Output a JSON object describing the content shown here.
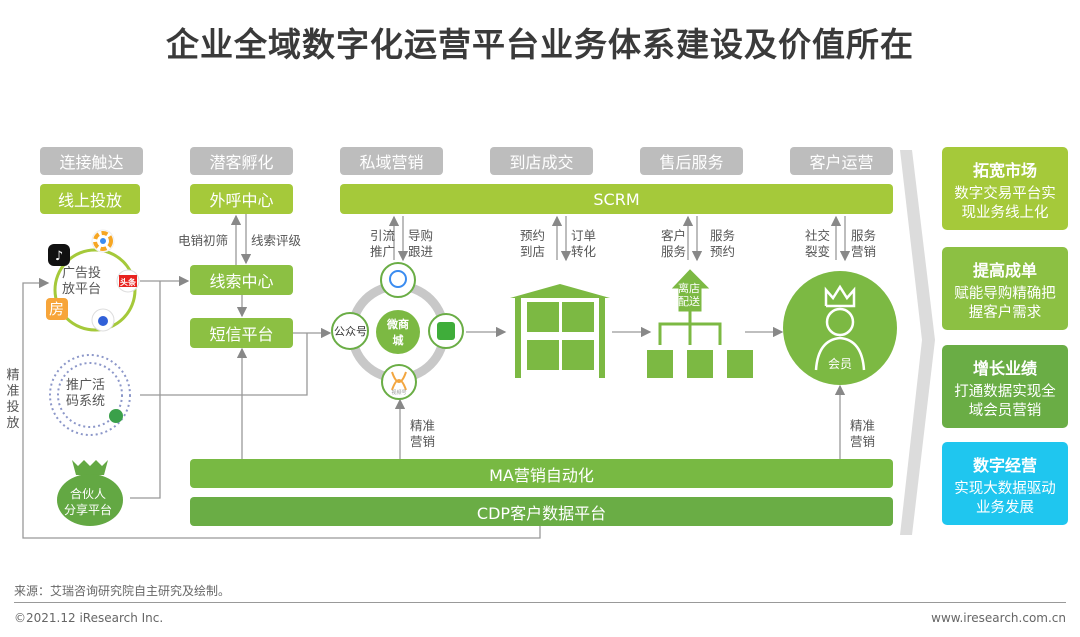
{
  "title": "企业全域数字化运营平台业务体系建设及价值所在",
  "stages": [
    "连接触达",
    "潜客孵化",
    "私域营销",
    "到店成交",
    "售后服务",
    "客户运营"
  ],
  "left": {
    "online_ads": "线上投放",
    "ad_platform": [
      "广告投",
      "放平台"
    ],
    "toutiao_badge": "头条",
    "fang_badge": "房",
    "qr_system": [
      "推广活",
      "码系统"
    ],
    "partner": [
      "合伙人",
      "分享平台"
    ],
    "precise_ads": "精准投放"
  },
  "incubation": {
    "call_center": "外呼中心",
    "lead_center": "线索中心",
    "sms_platform": "短信平台",
    "tele_screen": "电销初筛",
    "lead_rating": "线索评级"
  },
  "scrm": "SCRM",
  "private": {
    "traffic": [
      "引流",
      "推广"
    ],
    "guide": [
      "导购",
      "跟进"
    ],
    "official_account": "公众号",
    "mall": [
      "微商",
      "城"
    ],
    "channels_label": "视频号",
    "precise_marketing": [
      "精准",
      "营销"
    ]
  },
  "store": {
    "reserve": [
      "预约",
      "到店"
    ],
    "order": [
      "订单",
      "转化"
    ]
  },
  "after_sales": {
    "service": [
      "客户",
      "服务"
    ],
    "booking": [
      "服务",
      "预约"
    ],
    "delivery": [
      "离店",
      "配送"
    ]
  },
  "customer": {
    "social": [
      "社交",
      "裂变"
    ],
    "service_marketing": [
      "服务",
      "营销"
    ],
    "member": "会员",
    "precise_marketing": [
      "精准",
      "营销"
    ]
  },
  "ma": "MA营销自动化",
  "cdp": "CDP客户数据平台",
  "values": [
    {
      "head": "拓宽市场",
      "desc": [
        "数字交易平台实",
        "现业务线上化"
      ],
      "color": "#a5c93a"
    },
    {
      "head": "提高成单",
      "desc": [
        "赋能导购精确把",
        "握客户需求"
      ],
      "color": "#8cc043"
    },
    {
      "head": "增长业绩",
      "desc": [
        "打通数据实现全",
        "域会员营销"
      ],
      "color": "#6aad45"
    },
    {
      "head": "数字经营",
      "desc": [
        "实现大数据驱动",
        "业务发展"
      ],
      "color": "#1fc6ef"
    }
  ],
  "footer": {
    "source": "来源：艾瑞咨询研究院自主研究及绘制。",
    "copyright": "©2021.12 iResearch Inc.",
    "website": "www.iresearch.com.cn"
  }
}
